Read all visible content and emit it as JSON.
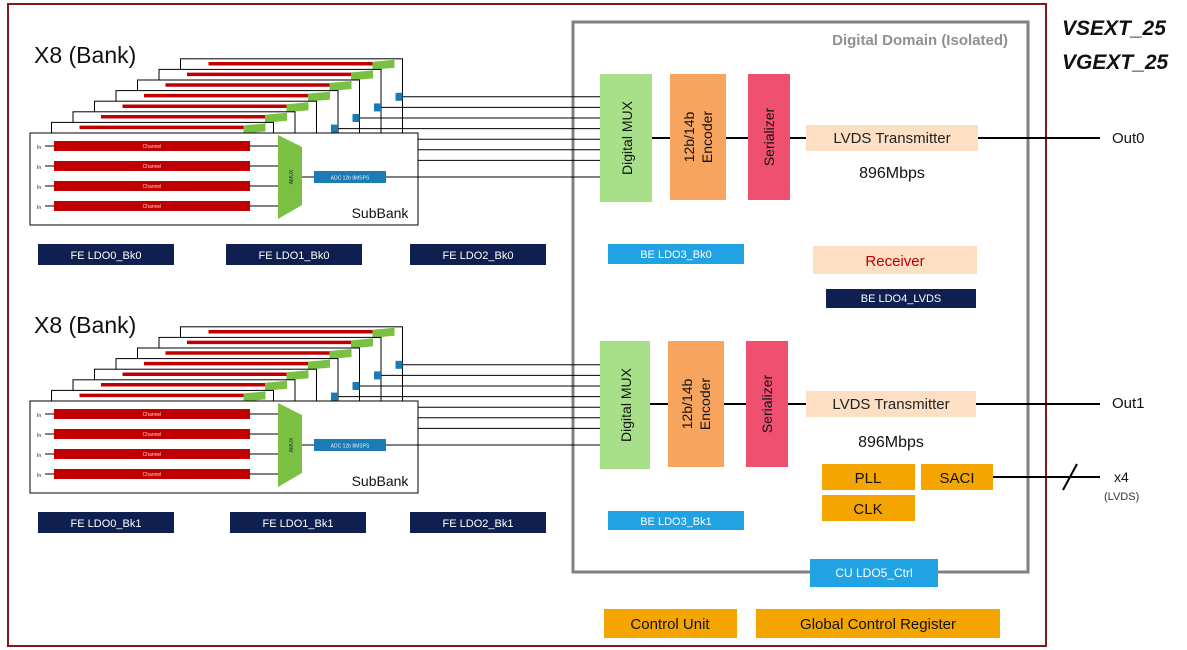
{
  "corner_labels": {
    "vsext": "VSEXT_25",
    "vgext": "VGEXT_25"
  },
  "digital_domain": {
    "title": "Digital Domain (Isolated)"
  },
  "banks": [
    {
      "title": "X8 (Bank)",
      "subbank_label": "SubBank",
      "channel_label": "Channel",
      "input_label": "In",
      "amux_label": "AMUX",
      "adc_label": "ADC 12b 8MSPS",
      "ldos": [
        "FE LDO0_Bk0",
        "FE LDO1_Bk0",
        "FE LDO2_Bk0"
      ],
      "be_ldo": "BE LDO3_Bk0"
    },
    {
      "title": "X8 (Bank)",
      "subbank_label": "SubBank",
      "channel_label": "Channel",
      "input_label": "In",
      "amux_label": "AMUX",
      "adc_label": "ADC 12b 8MSPS",
      "ldos": [
        "FE LDO0_Bk1",
        "FE LDO1_Bk1",
        "FE LDO2_Bk1"
      ],
      "be_ldo": "BE LDO3_Bk1"
    }
  ],
  "pipelines": [
    {
      "mux": "Digital MUX",
      "encoder_1": "12b/14b",
      "encoder_2": "Encoder",
      "serializer": "Serializer",
      "transmitter": "LVDS Transmitter",
      "rate": "896Mbps",
      "output": "Out0"
    },
    {
      "mux": "Digital MUX",
      "encoder_1": "12b/14b",
      "encoder_2": "Encoder",
      "serializer": "Serializer",
      "transmitter": "LVDS Transmitter",
      "rate": "896Mbps",
      "output": "Out1"
    }
  ],
  "receiver": {
    "label": "Receiver",
    "ldo": "BE LDO4_LVDS"
  },
  "control": {
    "pll": "PLL",
    "clk": "CLK",
    "saci": "SACI",
    "bus_width": "x4",
    "bus_type": "(LVDS)",
    "cu_ldo": "CU LDO5_Ctrl",
    "control_unit": "Control Unit",
    "global_register": "Global Control Register"
  },
  "colors": {
    "frame": "#7b1d1d",
    "navy": "#0f1f4f",
    "cyan": "#21a3e3",
    "green": "#a8e08a",
    "orange": "#f7a45e",
    "pink": "#ef5070",
    "peach": "#fde0c4",
    "amber": "#f5a500",
    "channel_red": "#c00000",
    "amux_green": "#7ac143",
    "adc_blue": "#1a7bb5",
    "domain_gray": "#808080"
  }
}
